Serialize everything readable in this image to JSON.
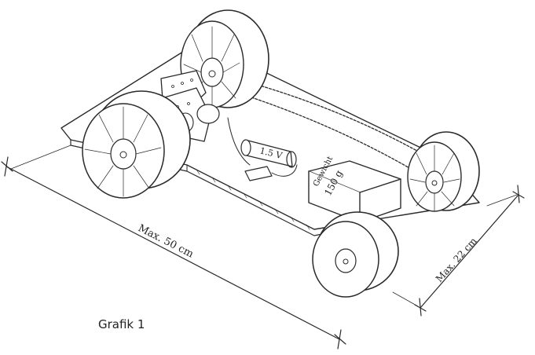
{
  "caption": "Grafik 1",
  "labels": {
    "length": "Max. 50 cm",
    "width": "Max. 22 cm",
    "weight_word": "Gewicht",
    "weight_value": "150 g",
    "battery": "1.5 V"
  },
  "colors": {
    "ink": "#2a2a2a",
    "paper": "#ffffff"
  }
}
